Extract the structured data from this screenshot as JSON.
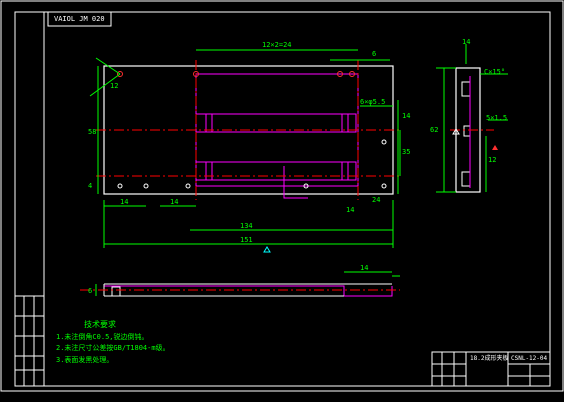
{
  "drawing": {
    "top_label": "VAIOL JM 020",
    "notes_title": "技术要求",
    "notes": [
      "1.未注倒角C0.5,锐边倒钝。",
      "2.未注尺寸公差按GB/T1804-m级。",
      "3.表面发黑处理。"
    ],
    "dims_plan": {
      "top_pitch": "12×2=24",
      "total_length": "151",
      "inner_length": "134",
      "left_height": "58",
      "right_small": "6",
      "right_mid": "35",
      "hole_spec": "6×φ5.5",
      "edge_a": "14",
      "edge_b": "14",
      "edge_c": "4",
      "edge_d": "12",
      "right_h1": "14",
      "right_h2": "24",
      "side_h": "14"
    },
    "dims_side": {
      "total_h": "62",
      "slot": "5×1.5",
      "top_note": "C×15°",
      "w1": "14",
      "w2": "12"
    },
    "dims_section": {
      "a": "14",
      "b": "6"
    },
    "title_block": {
      "part_name": "18.2成形夹板",
      "drawing_no": "CSNL-12-04"
    },
    "colors": {
      "frame": "#ffffff",
      "dimension": "#00ff00",
      "outline": "#ffffff",
      "hidden": "#ff00ff",
      "centerline": "#ff0000",
      "triangle": "#00ffff"
    }
  }
}
